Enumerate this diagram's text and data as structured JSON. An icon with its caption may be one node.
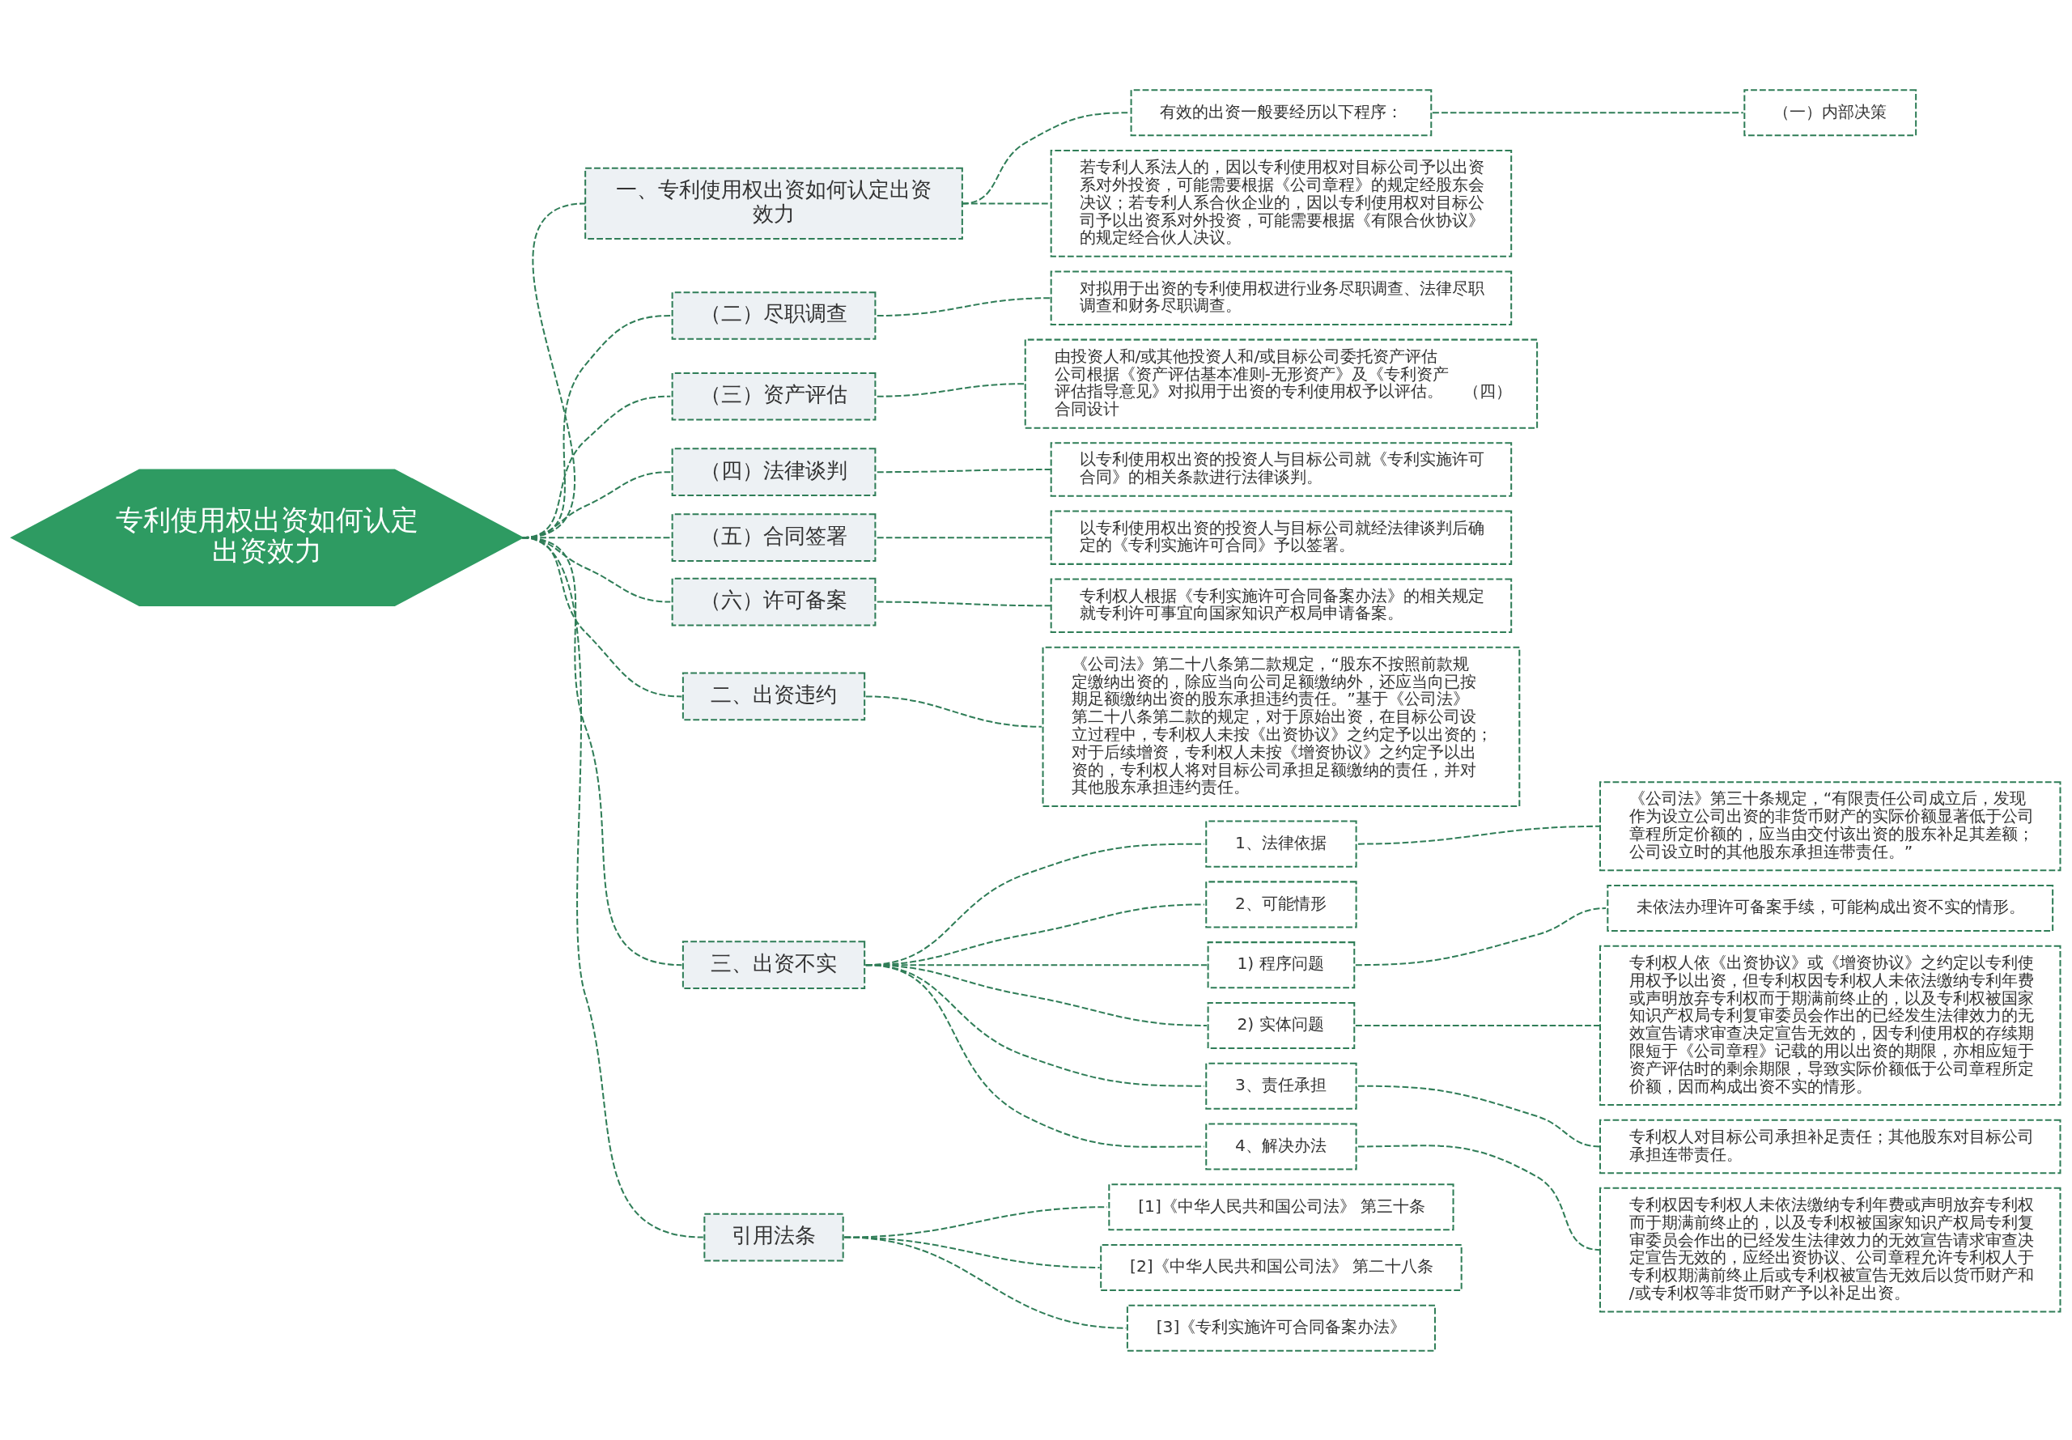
{
  "diagram": {
    "nodes": [
      {
        "text": [
          "专利使用权出资如何认定出资效力"
        ]
      },
      {
        "text": [
          "一、专利使用权出资如何认定出资效力"
        ]
      },
      {
        "text": [
          "有效的出资一般要经历以下程序："
        ]
      },
      {
        "text": [
          "（一）内部决策"
        ]
      },
      {
        "text": [
          "若专利人系法人的，因以专利使用权对目标公司予以出资系对外投资，可能需要根据《公司章程》的规定经股东会决议；若专利人系合伙企业的，因以专利使用权对目标公司予以出资系对外投资，可能需要根据《有限合伙协议》的规定经合伙人决议。"
        ]
      },
      {
        "text": [
          "（二）尽职调查"
        ]
      },
      {
        "text": [
          "对拟用于出资的专利使用权进行业务尽职调查、法律尽职调查和财务尽职调查。"
        ]
      },
      {
        "text": [
          "（三）资产评估"
        ]
      },
      {
        "text": [
          "由投资人和/或其他投资人和/或目标公司委托资产评估公司根据《资产评估基本准则-无形资产》及《专利资产评估指导意见》对拟用于出资的专利使用权予以评估。    （四）合同设计"
        ]
      },
      {
        "text": [
          "（四）法律谈判"
        ]
      },
      {
        "text": [
          "以专利使用权出资的投资人与目标公司就《专利实施许可合同》的相关条款进行法律谈判。"
        ]
      },
      {
        "text": [
          "（五）合同签署"
        ]
      },
      {
        "text": [
          "以专利使用权出资的投资人与目标公司就经法律谈判后确定的《专利实施许可合同》予以签署。"
        ]
      },
      {
        "text": [
          "（六）许可备案"
        ]
      },
      {
        "text": [
          "专利权人根据《专利实施许可合同备案办法》的相关规定就专利许可事宜向国家知识产权局申请备案。"
        ]
      },
      {
        "text": [
          "二、出资违约"
        ]
      },
      {
        "text": [
          "《公司法》第二十八条第二款规定，“股东不按照前款规定缴纳出资的，除应当向公司足额缴纳外，还应当向已按期足额缴纳出资的股东承担违约责任。”基于《公司法》第二十八条第二款的规定，对于原始出资，在目标公司设立过程中，专利权人未按《出资协议》之约定予以出资的；对于后续增资，专利权人未按《增资协议》之约定予以出资的，专利权人将对目标公司承担足额缴纳的责任，并对其他股东承担违约责任。"
        ]
      },
      {
        "text": [
          "三、出资不实"
        ]
      },
      {
        "text": [
          "1、法律依据"
        ]
      },
      {
        "text": [
          "《公司法》第三十条规定，“有限责任公司成立后，发现作为设立公司出资的非货币财产的实际价额显著低于公司章程所定价额的，应当由交付该出资的股东补足其差额；公司设立时的其他股东承担连带责任。”"
        ]
      },
      {
        "text": [
          "2、可能情形"
        ]
      },
      {
        "text": [
          "1) 程序问题"
        ]
      },
      {
        "text": [
          "未依法办理许可备案手续，可能构成出资不实的情形。"
        ]
      },
      {
        "text": [
          "2) 实体问题"
        ]
      },
      {
        "text": [
          "专利权人依《出资协议》或《增资协议》之约定以专利使用权予以出资，但专利权因专利权人未依法缴纳专利年费或声明放弃专利权而于期满前终止的，以及专利权被国家知识产权局专利复审委员会作出的已经发生法律效力的无效宣告请求审查决定宣告无效的，因专利使用权的存续期限短于《公司章程》记载的用以出资的期限，亦相应短于资产评估时的剩余期限，导致实际价额低于公司章程所定价额，因而构成出资不实的情形。"
        ]
      },
      {
        "text": [
          "3、责任承担"
        ]
      },
      {
        "text": [
          "专利权人对目标公司承担补足责任；其他股东对目标公司承担连带责任。"
        ]
      },
      {
        "text": [
          "4、解决办法"
        ]
      },
      {
        "text": [
          "专利权因专利权人未依法缴纳专利年费或声明放弃专利权而于期满前终止的，以及专利权被国家知识产权局专利复审委员会作出的已经发生法律效力的无效宣告请求审查决定宣告无效的，应经出资协议、公司章程允许专利权人于专利权期满前终止后或专利权被宣告无效后以货币财产和/或专利权等非货币财产予以补足出资。"
        ]
      },
      {
        "text": [
          "引用法条"
        ]
      },
      {
        "text": [
          "[1]《中华人民共和国公司法》 第三十条"
        ]
      },
      {
        "text": [
          "[2]《中华人民共和国公司法》 第二十八条"
        ]
      },
      {
        "text": [
          "[3]《专利实施许可合同备案办法》"
        ]
      }
    ],
    "edges": [
      {
        "from": 0,
        "to": 1,
        "arrow": "none"
      },
      {
        "from": 1,
        "to": 2,
        "arrow": "none"
      },
      {
        "from": 2,
        "to": 3,
        "arrow": "none"
      },
      {
        "from": 1,
        "to": 4,
        "arrow": "none"
      },
      {
        "from": 0,
        "to": 5,
        "arrow": "none"
      },
      {
        "from": 5,
        "to": 6,
        "arrow": "none"
      },
      {
        "from": 0,
        "to": 7,
        "arrow": "none"
      },
      {
        "from": 7,
        "to": 8,
        "arrow": "none"
      },
      {
        "from": 0,
        "to": 9,
        "arrow": "none"
      },
      {
        "from": 9,
        "to": 10,
        "arrow": "none"
      },
      {
        "from": 0,
        "to": 11,
        "arrow": "none"
      },
      {
        "from": 11,
        "to": 12,
        "arrow": "none"
      },
      {
        "from": 0,
        "to": 13,
        "arrow": "none"
      },
      {
        "from": 13,
        "to": 14,
        "arrow": "none"
      },
      {
        "from": 0,
        "to": 15,
        "arrow": "none"
      },
      {
        "from": 15,
        "to": 16,
        "arrow": "none"
      },
      {
        "from": 0,
        "to": 17,
        "arrow": "none"
      },
      {
        "from": 17,
        "to": 18,
        "arrow": "none"
      },
      {
        "from": 18,
        "to": 19,
        "arrow": "none"
      },
      {
        "from": 17,
        "to": 20,
        "arrow": "none"
      },
      {
        "from": 17,
        "to": 21,
        "arrow": "none"
      },
      {
        "from": 21,
        "to": 22,
        "arrow": "none"
      },
      {
        "from": 17,
        "to": 23,
        "arrow": "none"
      },
      {
        "from": 23,
        "to": 24,
        "arrow": "none"
      },
      {
        "from": 17,
        "to": 25,
        "arrow": "none"
      },
      {
        "from": 25,
        "to": 26,
        "arrow": "none"
      },
      {
        "from": 17,
        "to": 27,
        "arrow": "none"
      },
      {
        "from": 27,
        "to": 28,
        "arrow": "none"
      },
      {
        "from": 0,
        "to": 29,
        "arrow": "none"
      },
      {
        "from": 29,
        "to": 30,
        "arrow": "none"
      },
      {
        "from": 29,
        "to": 31,
        "arrow": "none"
      },
      {
        "from": 29,
        "to": 32,
        "arrow": "none"
      }
    ]
  }
}
